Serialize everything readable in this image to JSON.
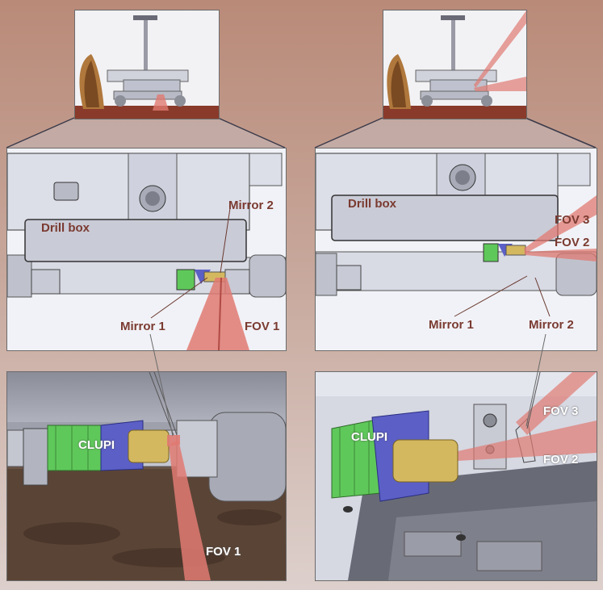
{
  "left": {
    "mid": {
      "drill_box": "Drill box",
      "mirror2": "Mirror 2",
      "mirror1": "Mirror 1",
      "fov1": "FOV 1"
    },
    "bottom": {
      "clupi": "CLUPI",
      "fov1": "FOV 1"
    }
  },
  "right": {
    "mid": {
      "drill_box": "Drill box",
      "fov3": "FOV 3",
      "fov2": "FOV 2",
      "mirror1": "Mirror 1",
      "mirror2": "Mirror 2"
    },
    "bottom": {
      "clupi": "CLUPI",
      "fov3": "FOV 3",
      "fov2": "FOV 2"
    }
  },
  "colors": {
    "label_dark": "#7a3a30",
    "fov": "#e07a72",
    "clupi_green": "#5fc85a",
    "clupi_blue": "#5b5fc6",
    "drill_box": "#c9cbd6"
  }
}
